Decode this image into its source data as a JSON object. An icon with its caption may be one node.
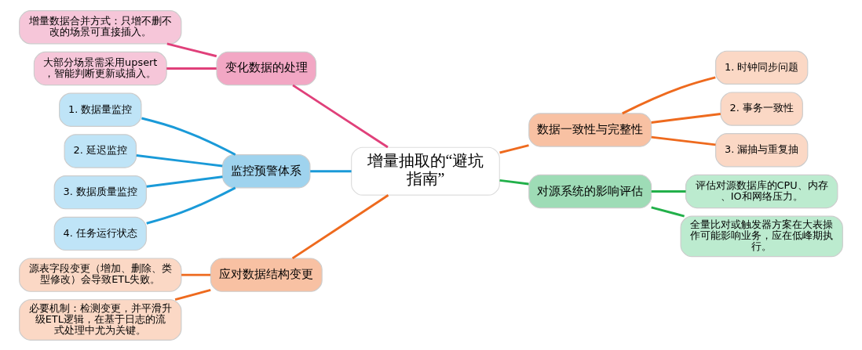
{
  "diagram": {
    "nodes": [
      {
        "text": [
          "增量抽取的“避坑指南”"
        ]
      },
      {
        "text": [
          "变化数据的处理"
        ]
      },
      {
        "text": [
          "增量数据合并方式：只增不删不改的场景可直接插入。"
        ]
      },
      {
        "text": [
          "大部分场景需采用upsert，智能判断更新或插入。"
        ]
      },
      {
        "text": [
          "监控预警体系"
        ]
      },
      {
        "text": [
          "1. 数据量监控"
        ]
      },
      {
        "text": [
          "2. 延迟监控"
        ]
      },
      {
        "text": [
          "3. 数据质量监控"
        ]
      },
      {
        "text": [
          "4. 任务运行状态"
        ]
      },
      {
        "text": [
          "应对数据结构变更"
        ]
      },
      {
        "text": [
          "源表字段变更（增加、删除、类型修改）会导致ETL失败。"
        ]
      },
      {
        "text": [
          "必要机制：检测变更，并平滑升级ETL逻辑，在基于日志的流式处理中尤为关键。"
        ]
      },
      {
        "text": [
          "数据一致性与完整性"
        ]
      },
      {
        "text": [
          "1. 时钟同步问题"
        ]
      },
      {
        "text": [
          "2. 事务一致性"
        ]
      },
      {
        "text": [
          "3. 漏抽与重复抽"
        ]
      },
      {
        "text": [
          "对源系统的影响评估"
        ]
      },
      {
        "text": [
          "评估对源数据库的CPU、内存、IO和网络压力。"
        ]
      },
      {
        "text": [
          "全量比对或触发器方案在大表操作可能影响业务，应在低峰期执行。"
        ]
      }
    ],
    "edges": [
      {
        "from": 0,
        "to": 1,
        "arrow": "none",
        "color": "#e0407a"
      },
      {
        "from": 1,
        "to": 2,
        "arrow": "none",
        "color": "#e0407a"
      },
      {
        "from": 1,
        "to": 3,
        "arrow": "none",
        "color": "#e0407a"
      },
      {
        "from": 0,
        "to": 4,
        "arrow": "none",
        "color": "#1a9ad8"
      },
      {
        "from": 4,
        "to": 5,
        "arrow": "none",
        "color": "#1a9ad8"
      },
      {
        "from": 4,
        "to": 6,
        "arrow": "none",
        "color": "#1a9ad8"
      },
      {
        "from": 4,
        "to": 7,
        "arrow": "none",
        "color": "#1a9ad8"
      },
      {
        "from": 4,
        "to": 8,
        "arrow": "none",
        "color": "#1a9ad8"
      },
      {
        "from": 0,
        "to": 9,
        "arrow": "none"
      },
      {
        "from": 9,
        "to": 10,
        "arrow": "none"
      },
      {
        "from": 9,
        "to": 11,
        "arrow": "none"
      },
      {
        "from": 0,
        "to": 12,
        "arrow": "none"
      },
      {
        "from": 12,
        "to": 13,
        "arrow": "none"
      },
      {
        "from": 12,
        "to": 14,
        "arrow": "none"
      },
      {
        "from": 12,
        "to": 15,
        "arrow": "none"
      },
      {
        "from": 0,
        "to": 16,
        "arrow": "none",
        "color": "#22b04a"
      },
      {
        "from": 16,
        "to": 17,
        "arrow": "none",
        "color": "#22b04a"
      },
      {
        "from": 16,
        "to": 18,
        "arrow": "none",
        "color": "#22b04a"
      }
    ]
  }
}
